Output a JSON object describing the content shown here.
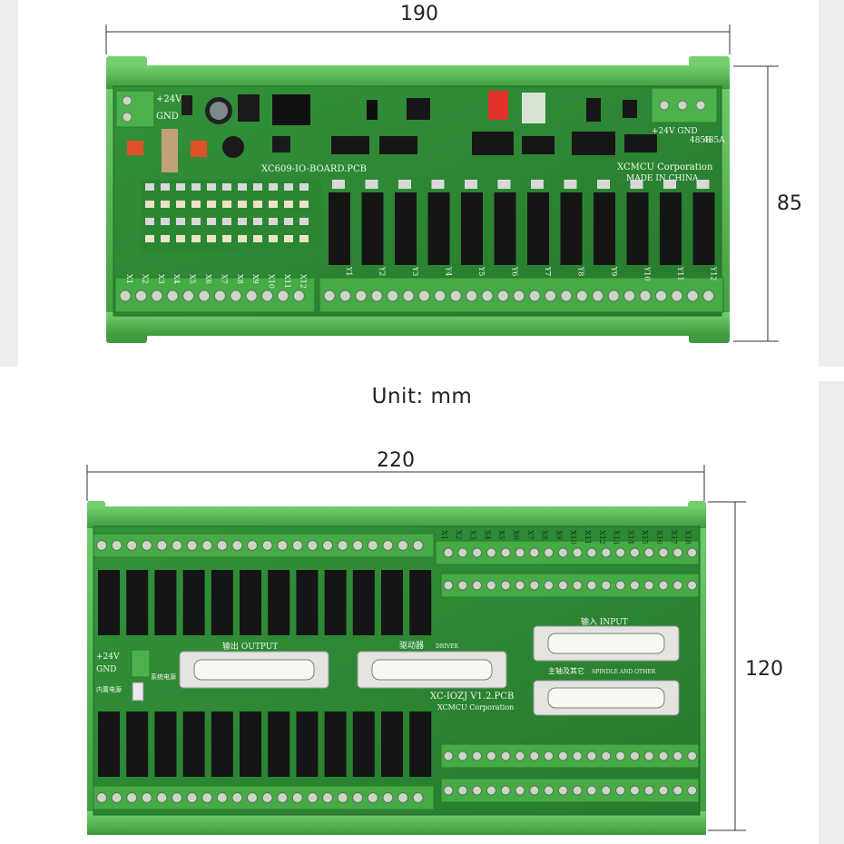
{
  "labels": {
    "top_width": "190",
    "top_height": "85",
    "unit": "Unit: mm",
    "bottom_width": "220",
    "bottom_height": "120"
  },
  "board_top": {
    "name": "XC609-IO-BOARD.PCB",
    "power": "+24V",
    "gnd": "GND",
    "brand": "XCMCU Corporation",
    "made_in": "MADE IN CHINA",
    "rs485": "+24V GND",
    "rs485_b": "485B",
    "rs485_a": "485A",
    "inputs": [
      "X1",
      "X2",
      "X3",
      "X4",
      "X5",
      "X6",
      "X7",
      "X8",
      "X9",
      "X10",
      "X11",
      "X12"
    ],
    "outputs": [
      "Y1",
      "Y2",
      "Y3",
      "Y4",
      "Y5",
      "Y6",
      "Y7",
      "Y8",
      "Y9",
      "Y10",
      "Y11",
      "Y12"
    ]
  },
  "board_bottom": {
    "name": "XC-IOZJ V1.2.PCB",
    "brand": "XCMCU Corporation",
    "output_label": "输出 OUTPUT",
    "driver_label": "驱动器",
    "driver_en": "DRIVER",
    "input_label": "输入 INPUT",
    "spindle_label": "主轴及其它",
    "spindle_en": "SPINDLE AND OTHER",
    "power": "+24V",
    "gnd": "GND",
    "internal": "内置电源",
    "system": "系统电源",
    "top_inputs": [
      "X1",
      "X2",
      "X3",
      "X4",
      "X5",
      "X6",
      "X7",
      "X8",
      "X9",
      "X10",
      "X11",
      "X12",
      "X13",
      "X14",
      "X15",
      "X16",
      "X17",
      "X18"
    ]
  },
  "colors": {
    "pcb": "#2f8a34",
    "terminal": "#48b048",
    "rail": "#5cbf57",
    "relay": "#151515",
    "silk": "#f2f7ef"
  }
}
